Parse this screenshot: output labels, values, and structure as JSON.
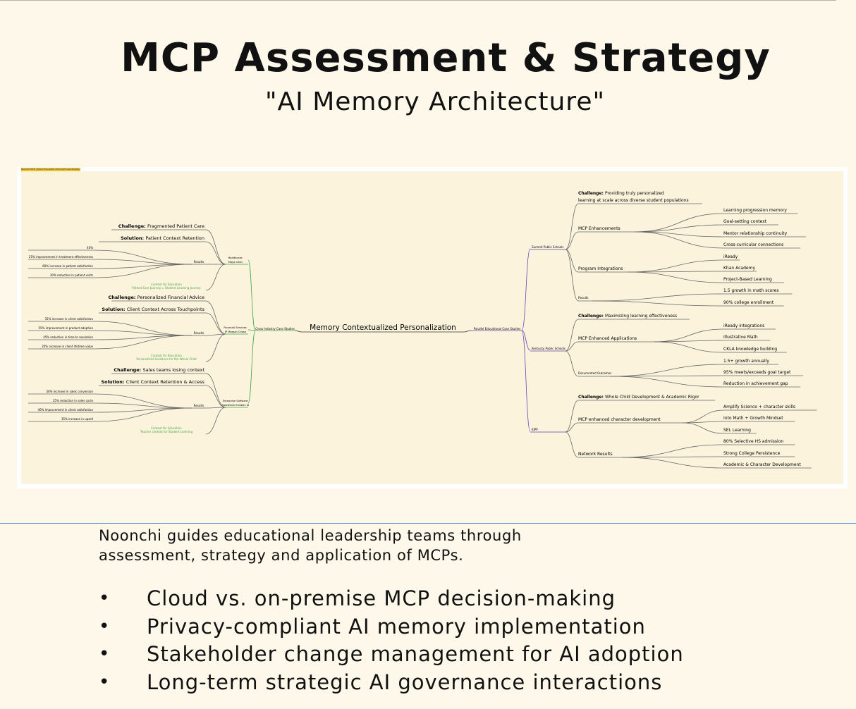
{
  "header": {
    "title": "MCP Assessment & Strategy",
    "subtitle": "\"AI Memory Architecture\""
  },
  "map": {
    "tag": "Noonchi MCP | Public Education Child ACP case Studies",
    "center": "Memory Contextualized Personalization",
    "left_hub": "Cross Industry Case Studies",
    "right_hub": "Parallel Educational Case Studies",
    "colors": {
      "left_branch": "#3aa64a",
      "right_branch": "#6a40b8",
      "leaf_line": "#555555",
      "note_text": "#4aa84a"
    },
    "left": [
      {
        "name": "Healthcare: Mayo Clinic",
        "challenge_prefix": "Challenge:",
        "challenge": "Fragmented Patient Care",
        "solution_prefix": "Solution:",
        "solution": "Patient Context Retention",
        "results_label": "Results",
        "results": [
          "40%",
          "25% improvement in treatment effectiveness",
          "60% increase in patient satisfaction",
          "30% reduction in patient visits"
        ],
        "note": [
          "Context for Education",
          "Patient Care Journey = Student Learning Journey"
        ]
      },
      {
        "name": "Financial Services: JP Morgan Chase",
        "challenge_prefix": "Challenge:",
        "challenge": "Personalized Financial Advice",
        "solution_prefix": "Solution:",
        "solution": "Client Context Across Touchpoints",
        "results_label": "Results",
        "results": [
          "35% increase in client satisfaction",
          "55% improvement in product adoption",
          "45% reduction in time to resolution",
          "20% increase in client lifetime value"
        ],
        "note": [
          "Context for Education",
          "Personalized Guidance for the Whole Child"
        ]
      },
      {
        "name": "Enterprise Software: Salesforce Einstein AI",
        "challenge_prefix": "Challenge:",
        "challenge": "Sales teams losing context",
        "solution_prefix": "Solution:",
        "solution": "Client Context Retention & Access",
        "results_label": "Results",
        "results": [
          "30% increase in sales conversion",
          "25% reduction in sales cycle",
          "40% improvement in client satisfaction",
          "35% increase in upsell"
        ],
        "note": [
          "Context for Education",
          "Teacher context for Student Learning"
        ]
      }
    ],
    "right": [
      {
        "name": "Summit Public Schools",
        "challenge_prefix": "Challenge:",
        "challenge": [
          "Providing truly personalized",
          "learning at scale across diverse student populations"
        ],
        "groups": [
          {
            "label": "MCP Enhancements",
            "items": [
              "Learning progression memory",
              "Goal-setting context",
              "Mentor relationship continuity",
              "Cross-curricular connections"
            ]
          },
          {
            "label": "Program Integrations",
            "items": [
              "iReady",
              "Khan Academy",
              "Project-Based Learning"
            ]
          },
          {
            "label": "Results",
            "items": [
              "1.5 growth in math scores",
              "90% college enrollment"
            ]
          }
        ]
      },
      {
        "name": "Kentucky Public Schools",
        "challenge_prefix": "Challenge:",
        "challenge": [
          "Maximizing learning effectiveness"
        ],
        "groups": [
          {
            "label": "MCP Enhanced Applications",
            "items": [
              "iReady integrations",
              "Illustrative Math",
              "CKLA knowledge building"
            ]
          },
          {
            "label": "Documented Outcomes",
            "items": [
              "1.5+ growth annually",
              "95% meets/exceeds goal target",
              "Reduction in achievement gap"
            ]
          }
        ]
      },
      {
        "name": "KIPP",
        "challenge_prefix": "Challenge:",
        "challenge": [
          "Whole Child Development & Academic Rigor"
        ],
        "groups": [
          {
            "label": "MCP enhanced character development",
            "items": [
              "Amplify Science + character skills",
              "Into Math + Growth Mindset",
              "SEL Learning"
            ]
          },
          {
            "label": "Network Results",
            "items": [
              "80% Selective HS admission",
              "Strong College Persistence",
              "Academic & Character Development"
            ]
          }
        ]
      }
    ]
  },
  "intro": [
    "Noonchi guides educational leadership teams through",
    "assessment, strategy and application of MCPs."
  ],
  "bullets": [
    "Cloud vs. on-premise MCP decision-making",
    "Privacy-compliant AI memory implementation",
    "Stakeholder change management for AI adoption",
    "Long-term strategic AI governance interactions"
  ]
}
